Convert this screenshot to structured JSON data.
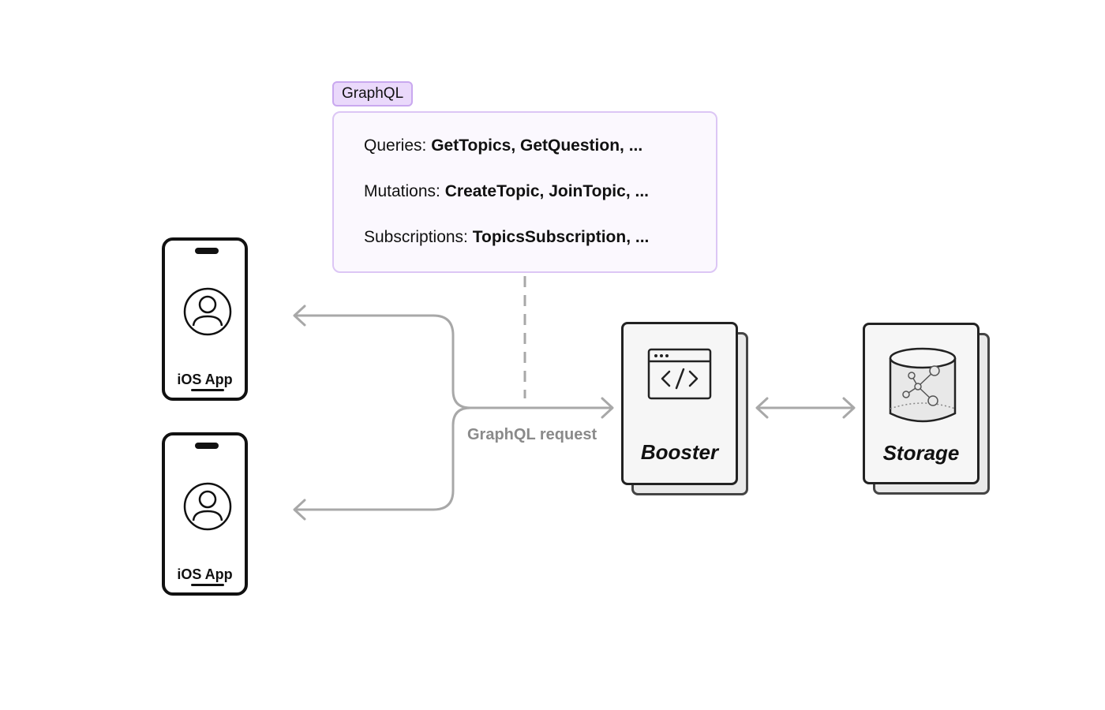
{
  "graphql_tag": "GraphQL",
  "schema": {
    "queries_label": "Queries:",
    "queries_ops": "GetTopics, GetQuestion, ...",
    "mutations_label": "Mutations:",
    "mutations_ops": "CreateTopic, JoinTopic,  ...",
    "subscriptions_label": "Subscriptions:",
    "subscriptions_ops": "TopicsSubscription,  ..."
  },
  "clients": [
    {
      "label": "iOS App",
      "icon": "user-avatar-icon"
    },
    {
      "label": "iOS App",
      "icon": "user-avatar-icon"
    }
  ],
  "booster": {
    "label": "Booster",
    "icon": "code-window-icon"
  },
  "storage": {
    "label": "Storage",
    "icon": "database-graph-icon"
  },
  "edge_label": "GraphQL request",
  "colors": {
    "tag_fill": "#ead9fb",
    "tag_border": "#c9a8ef",
    "schema_fill": "#fbf8fe",
    "schema_border": "#dcc6f5",
    "connector": "#a8a8a8",
    "edge_label": "#8a8a8a"
  }
}
